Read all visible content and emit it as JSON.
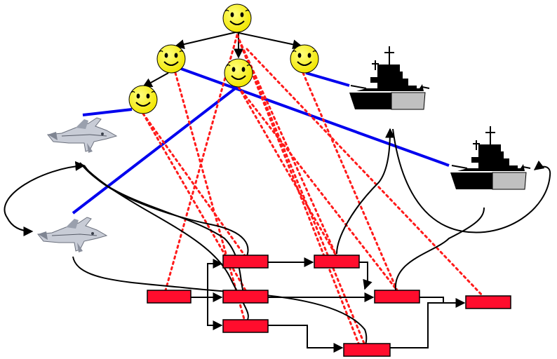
{
  "colors": {
    "agent_face": "#ffff33",
    "task_block": "#ff0d2d",
    "relation_line": "#0000ee",
    "dependency_line": "#ff1a1a",
    "background": "#ffffff"
  },
  "agents": [
    {
      "id": "agent-top",
      "icon": "smiley-face-icon"
    },
    {
      "id": "agent-left",
      "icon": "smiley-face-icon"
    },
    {
      "id": "agent-center",
      "icon": "smiley-face-icon"
    },
    {
      "id": "agent-right",
      "icon": "smiley-face-icon"
    },
    {
      "id": "agent-lower-left",
      "icon": "smiley-face-icon"
    }
  ],
  "assets": [
    {
      "id": "jet-upper",
      "icon": "fighter-jet-icon"
    },
    {
      "id": "jet-lower",
      "icon": "fighter-jet-icon"
    },
    {
      "id": "ship-upper",
      "icon": "battleship-icon"
    },
    {
      "id": "ship-lower",
      "icon": "battleship-icon"
    }
  ],
  "tasks": [
    {
      "id": "task-1"
    },
    {
      "id": "task-2"
    },
    {
      "id": "task-3"
    },
    {
      "id": "task-4"
    },
    {
      "id": "task-5"
    },
    {
      "id": "task-6"
    },
    {
      "id": "task-7"
    },
    {
      "id": "task-8"
    },
    {
      "id": "task-9"
    }
  ]
}
